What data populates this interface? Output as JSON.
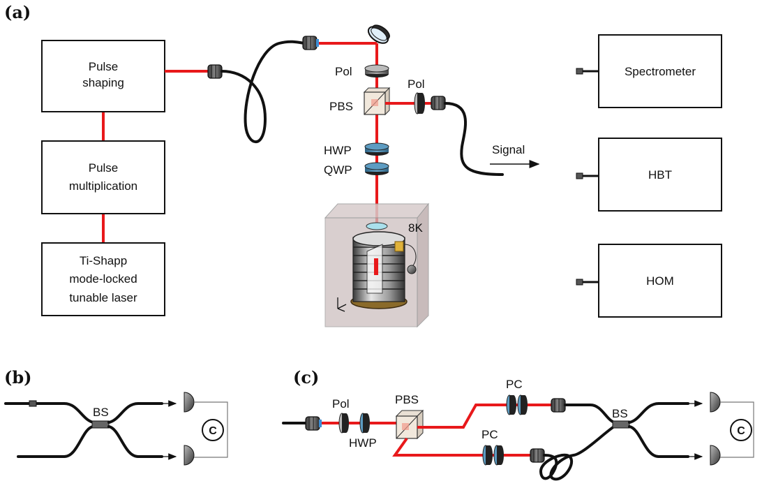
{
  "panels": {
    "a": "(a)",
    "b": "(b)",
    "c": "(c)"
  },
  "boxes": {
    "pulse_shaping": [
      "Pulse",
      "shaping"
    ],
    "pulse_multiplication": [
      "Pulse",
      "multiplication"
    ],
    "laser": [
      "Ti-Shapp",
      "mode-locked",
      "tunable laser"
    ],
    "spectrometer": "Spectrometer",
    "hbt": "HBT",
    "hom": "HOM"
  },
  "labels_a": {
    "pol_top": "Pol",
    "pol_side": "Pol",
    "pbs": "PBS",
    "hwp": "HWP",
    "qwp": "QWP",
    "signal": "Signal",
    "temperature": "8K"
  },
  "labels_b": {
    "bs": "BS",
    "correlator": "C"
  },
  "labels_c": {
    "pol": "Pol",
    "hwp": "HWP",
    "pbs": "PBS",
    "pc_top": "PC",
    "pc_bottom": "PC",
    "bs": "BS",
    "correlator": "C"
  },
  "colors": {
    "beam": "#e8191b",
    "waveplate": "#3f7ea6",
    "cryostat_box": "#cdbfbf"
  }
}
